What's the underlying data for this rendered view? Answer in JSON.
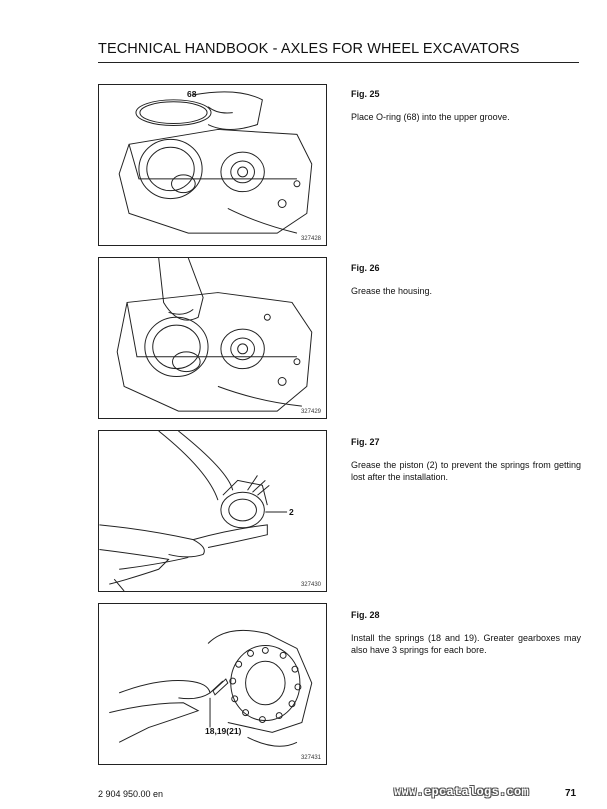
{
  "header": {
    "title": "TECHNICAL HANDBOOK - AXLES FOR WHEEL EXCAVATORS"
  },
  "figures": [
    {
      "title": "Fig. 25",
      "text": "Place O-ring (68) into the upper groove.",
      "callout": "68",
      "code": "327428"
    },
    {
      "title": "Fig. 26",
      "text": "Grease the housing.",
      "callout": "",
      "code": "327429"
    },
    {
      "title": "Fig. 27",
      "text": "Grease the piston (2) to prevent the springs from getting lost after the installation.",
      "callout": "2",
      "code": "327430"
    },
    {
      "title": "Fig. 28",
      "text": "Install the springs (18 and 19). Greater gearboxes may also have 3 springs for each bore.",
      "callout": "18,19(21)",
      "code": "327431"
    }
  ],
  "footer": {
    "doc_number": "2 904 950.00 en",
    "watermark": "www.epcatalogs.com",
    "page_number": "71"
  }
}
